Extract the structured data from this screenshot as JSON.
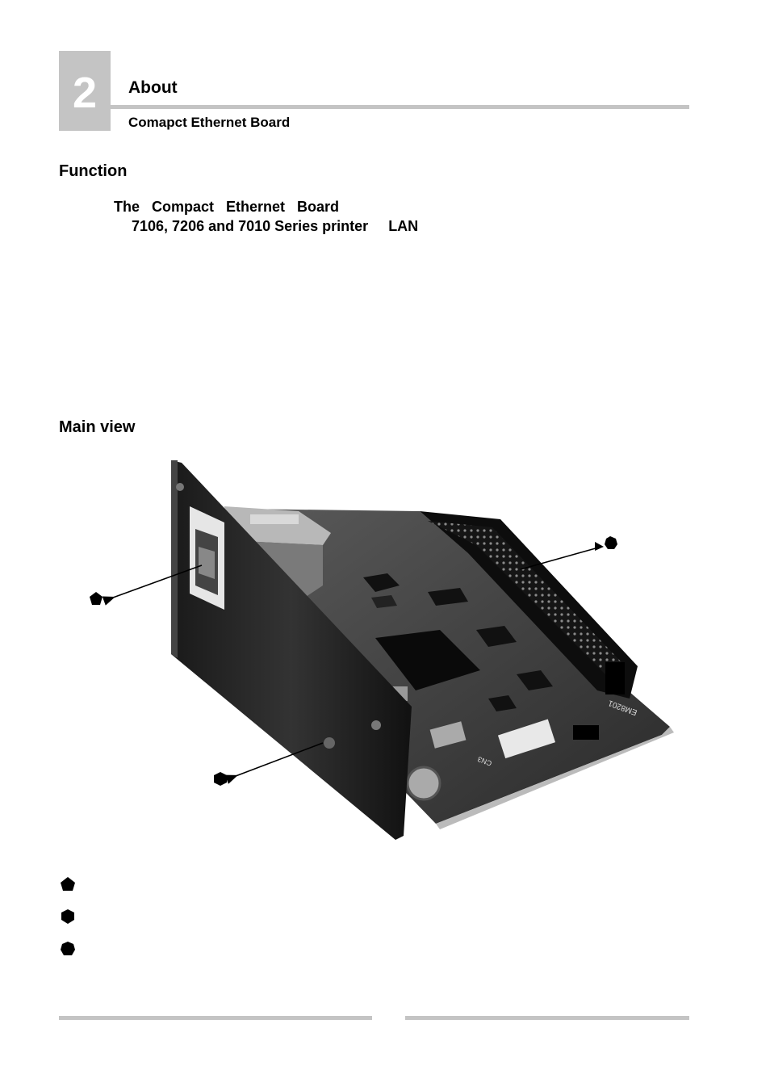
{
  "header": {
    "chapter_number": "2",
    "title": "About",
    "subtitle": "Comapct Ethernet Board"
  },
  "function_section": {
    "heading": "Function",
    "lines": [
      "The   Compact   Ethernet   Board",
      "7106, 7206 and 7010 Series printer     LAN"
    ]
  },
  "main_view_section": {
    "heading": "Main view",
    "figure": {
      "board_marking_1": "EM8201",
      "board_marking_2": "CN3"
    },
    "legend_markers": [
      "pentagon",
      "hexagon",
      "heptagon"
    ]
  },
  "colors": {
    "accent_gray": "#c4c4c4",
    "text": "#000000"
  }
}
